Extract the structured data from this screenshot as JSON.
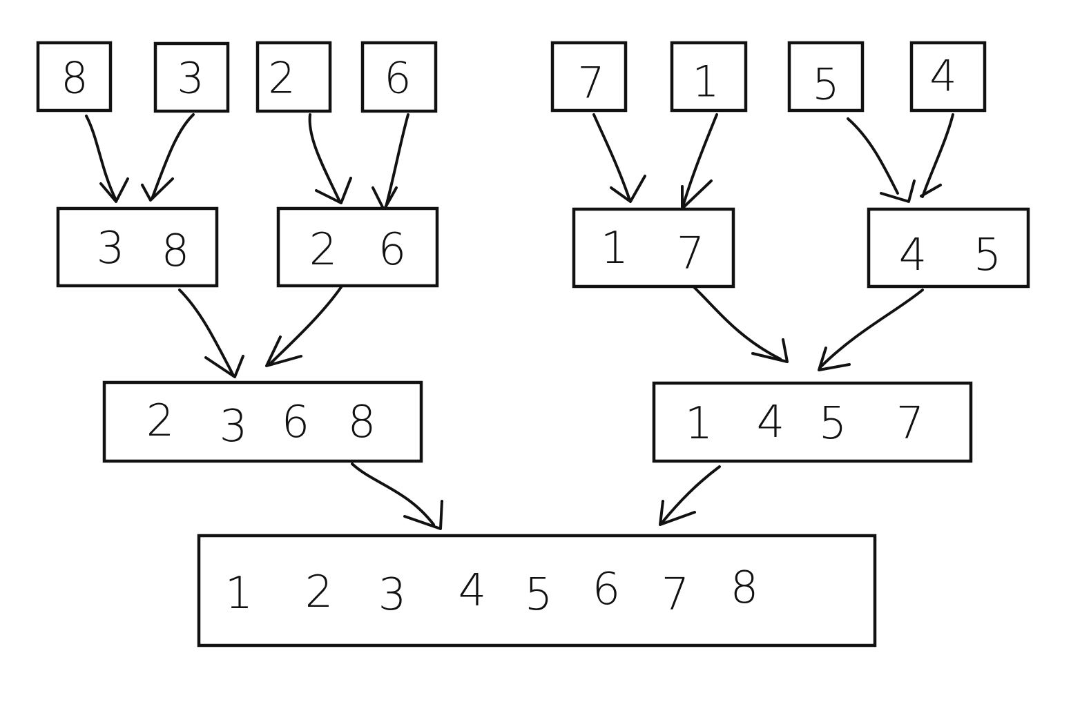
{
  "diagram": {
    "leaves": [
      "8",
      "3",
      "2",
      "6",
      "7",
      "1",
      "5",
      "4"
    ],
    "level1": [
      [
        "3",
        "8"
      ],
      [
        "2",
        "6"
      ],
      [
        "1",
        "7"
      ],
      [
        "4",
        "5"
      ]
    ],
    "level2": [
      [
        "2",
        "3",
        "6",
        "8"
      ],
      [
        "1",
        "4",
        "5",
        "7"
      ]
    ],
    "result": [
      "1",
      "2",
      "3",
      "4",
      "5",
      "6",
      "7",
      "8"
    ]
  },
  "colors": {
    "stroke": "#111111",
    "background": "#ffffff"
  }
}
